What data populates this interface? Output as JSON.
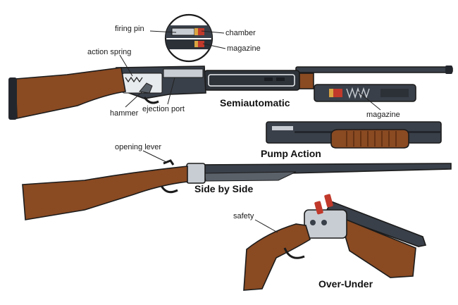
{
  "colors": {
    "wood": "#8a4a22",
    "wood_dark": "#6e3717",
    "metal": "#3a4049",
    "metal_dark": "#23272d",
    "silver": "#c8cdd3",
    "shell_red": "#c0392b",
    "brass": "#d9a441"
  },
  "guns": [
    {
      "id": "semiautomatic",
      "title": "Semiautomatic"
    },
    {
      "id": "pump-action",
      "title": "Pump Action"
    },
    {
      "id": "side-by-side",
      "title": "Side by Side"
    },
    {
      "id": "over-under",
      "title": "Over-Under"
    }
  ],
  "labels": {
    "firing_pin": "firing pin",
    "chamber": "chamber",
    "magazine_top": "magazine",
    "action_spring": "action spring",
    "hammer": "hammer",
    "ejection_port": "ejection port",
    "magazine_pump": "magazine",
    "opening_lever": "opening lever",
    "safety": "safety"
  }
}
